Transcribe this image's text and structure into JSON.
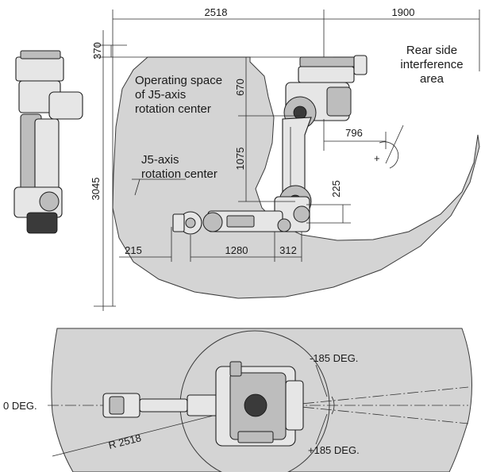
{
  "side_view": {
    "dimensions": {
      "width_front": "2518",
      "width_rear": "1900",
      "top_offset": "370",
      "height_total": "3045",
      "arm_upper": "670",
      "arm_vertical": "1075",
      "wrist_drop": "225",
      "rear_reach": "796",
      "base_left": "215",
      "forearm": "1280",
      "wrist_offset": "312"
    },
    "labels": {
      "operating_space": [
        "Operating space",
        "of J5-axis",
        "rotation center"
      ],
      "j5_center": [
        "J5-axis",
        "rotation center"
      ],
      "rear_interference": [
        "Rear side",
        "interference",
        "area"
      ]
    }
  },
  "top_view": {
    "angle_zero": "0 DEG.",
    "angle_negative": "-185 DEG.",
    "angle_positive": "+185 DEG.",
    "radius": "R 2518"
  },
  "colors": {
    "zone_fill": "#d4d4d4",
    "line": "#2a2a2a",
    "arm": "#e6e6e6"
  }
}
